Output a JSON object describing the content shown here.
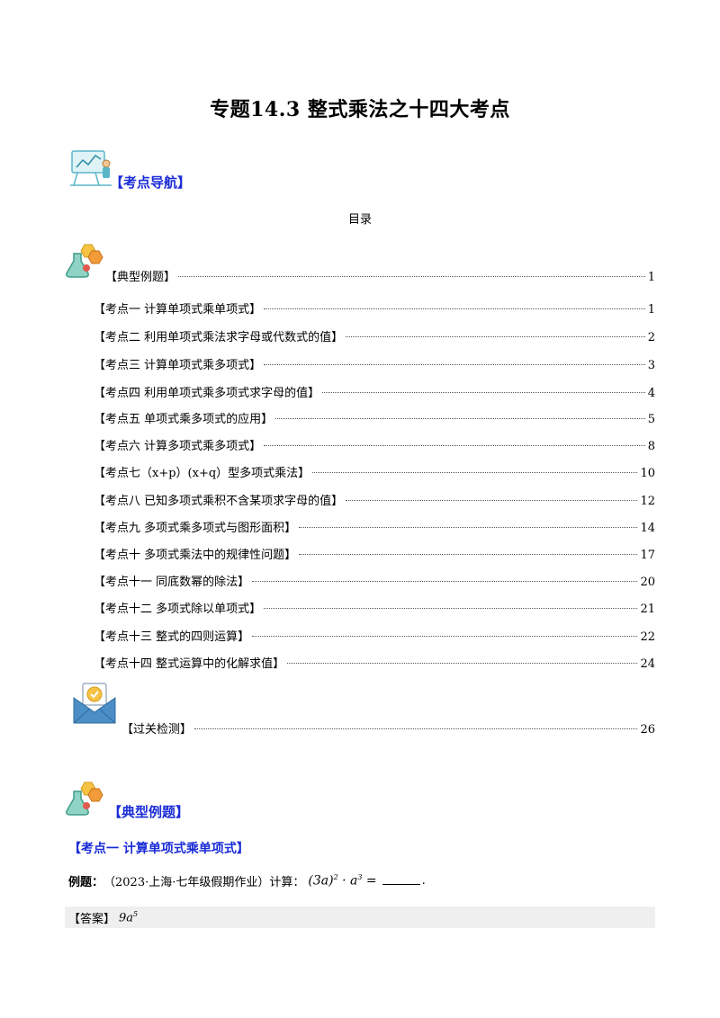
{
  "title": "专题14.3 整式乘法之十四大考点",
  "nav_label": "【考点导航】",
  "toc_title": "目录",
  "toc": [
    {
      "label": "【典型例题】",
      "page": "1"
    },
    {
      "label": "【考点一 计算单项式乘单项式】",
      "page": "1"
    },
    {
      "label": "【考点二 利用单项式乘法求字母或代数式的值】",
      "page": "2"
    },
    {
      "label": "【考点三 计算单项式乘多项式】",
      "page": "3"
    },
    {
      "label": "【考点四 利用单项式乘多项式求字母的值】",
      "page": "4"
    },
    {
      "label": "【考点五 单项式乘多项式的应用】",
      "page": "5"
    },
    {
      "label": "【考点六 计算多项式乘多项式】",
      "page": "8"
    },
    {
      "label": "【考点七（x+p）(x+q）型多项式乘法】",
      "page": "10"
    },
    {
      "label": "【考点八 已知多项式乘积不含某项求字母的值】",
      "page": "12"
    },
    {
      "label": "【考点九 多项式乘多项式与图形面积】",
      "page": "14"
    },
    {
      "label": "【考点十 多项式乘法中的规律性问题】",
      "page": "17"
    },
    {
      "label": "【考点十一 同底数幂的除法】",
      "page": "20"
    },
    {
      "label": "【考点十二 多项式除以单项式】",
      "page": "21"
    },
    {
      "label": "【考点十三 整式的四则运算】",
      "page": "22"
    },
    {
      "label": "【考点十四 整式运算中的化解求值】",
      "page": "24"
    },
    {
      "label": "【过关检测】",
      "page": "26"
    }
  ],
  "section_heading": "【典型例题】",
  "kp_heading": "【考点一 计算单项式乘单项式】",
  "example": {
    "label": "例题：",
    "source": "（2023·上海·七年级假期作业）计算：",
    "expr_base": "(3a)",
    "expr_exp": "2",
    "expr_mid": " · a",
    "expr_exp2": "3",
    "expr_eq": " =",
    "end": "."
  },
  "answer": {
    "label": "【答案】",
    "value": "9a",
    "exp": "5"
  }
}
